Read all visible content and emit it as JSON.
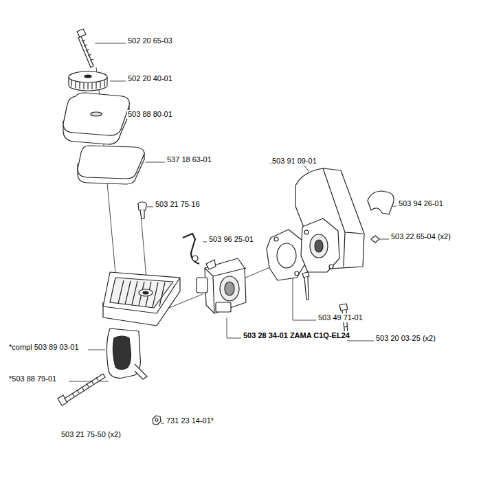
{
  "diagram": {
    "labels": [
      "502 20 65-03",
      "502 20 40-01",
      "503 88 80-01",
      "537 18 63-01",
      "503 21 75-16",
      "503 91 09-01",
      "503 94 26-01",
      "503 96 25-01",
      "503 22 65-04 (x2)",
      "503 49 71-01",
      "503 20 03-25 (x2)",
      "*compl 503 89 03-01",
      "503 28 34-01 ZAMA C1Q-EL24",
      "*503 88 79-01",
      "731 23 14-01*",
      "503 21 75-50 (x2)"
    ]
  }
}
